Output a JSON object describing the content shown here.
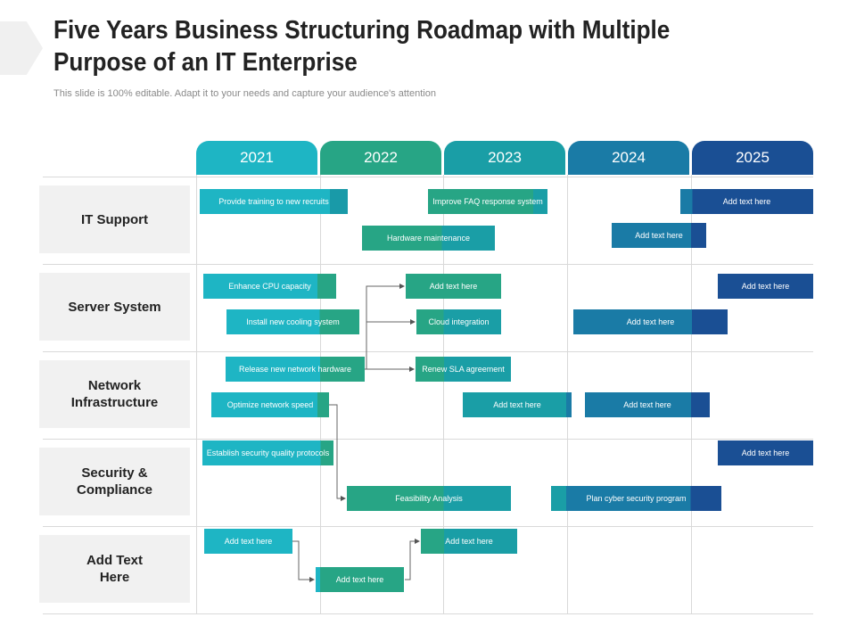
{
  "header": {
    "title": "Five Years Business Structuring Roadmap with Multiple Purpose of an IT Enterprise",
    "subtitle": "This slide is 100% editable. Adapt it to your needs and capture your audience's attention"
  },
  "years": [
    {
      "label": "2021",
      "color": "#1eb5c4"
    },
    {
      "label": "2022",
      "color": "#27a585"
    },
    {
      "label": "2023",
      "color": "#1a9ea6"
    },
    {
      "label": "2024",
      "color": "#1a7ba6"
    },
    {
      "label": "2025",
      "color": "#1a4f94"
    }
  ],
  "rows": [
    {
      "label": "IT Support"
    },
    {
      "label": "Server System"
    },
    {
      "label": "Network Infrastructure"
    },
    {
      "label": "Security & Compliance"
    },
    {
      "label": "Add Text Here"
    }
  ],
  "bars": [
    {
      "label": "Provide training to new recruits"
    },
    {
      "label": "Improve FAQ response system"
    },
    {
      "label": "Add text here"
    },
    {
      "label": "Hardware maintenance"
    },
    {
      "label": "Add text here"
    },
    {
      "label": "Enhance CPU capacity"
    },
    {
      "label": "Add text here"
    },
    {
      "label": "Add text here"
    },
    {
      "label": "Install new cooling system"
    },
    {
      "label": "Cloud integration"
    },
    {
      "label": "Add text here"
    },
    {
      "label": "Release new network hardware"
    },
    {
      "label": "Renew SLA agreement"
    },
    {
      "label": "Optimize network speed"
    },
    {
      "label": "Add text here"
    },
    {
      "label": "Add text here"
    },
    {
      "label": "Establish security quality protocols"
    },
    {
      "label": "Add text here"
    },
    {
      "label": "Feasibility Analysis"
    },
    {
      "label": "Plan cyber security program"
    },
    {
      "label": "Add text here"
    },
    {
      "label": "Add text here"
    },
    {
      "label": "Add text here"
    }
  ],
  "colors": {
    "teal": "#1eb5c4",
    "green": "#27a585",
    "blue": "#1a7ba6",
    "navy": "#1a4f94",
    "label_bg": "#f1f1f1",
    "grid": "#d9d9d9"
  }
}
